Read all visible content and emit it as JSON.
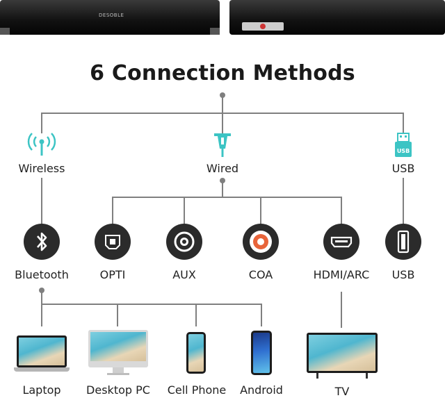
{
  "title": "6 Connection Methods",
  "brand": "DESOBLE",
  "categories": [
    {
      "label": "Wireless",
      "icon": "wireless-antenna-icon"
    },
    {
      "label": "Wired",
      "icon": "cable-plug-icon"
    },
    {
      "label": "USB",
      "icon": "usb-stick-icon"
    }
  ],
  "methods": [
    {
      "label": "Bluetooth",
      "icon": "bluetooth-icon"
    },
    {
      "label": "OPTI",
      "icon": "optical-port-icon"
    },
    {
      "label": "AUX",
      "icon": "aux-jack-icon"
    },
    {
      "label": "COA",
      "icon": "coaxial-rca-icon"
    },
    {
      "label": "HDMI/ARC",
      "icon": "hdmi-port-icon"
    },
    {
      "label": "USB",
      "icon": "usb-port-icon"
    }
  ],
  "devices": [
    {
      "label": "Laptop",
      "icon": "laptop-icon"
    },
    {
      "label": "Desktop PC",
      "icon": "desktop-pc-icon"
    },
    {
      "label": "Cell Phone",
      "icon": "cell-phone-icon"
    },
    {
      "label": "Android",
      "icon": "android-phone-icon"
    },
    {
      "label": "TV",
      "icon": "tv-icon"
    }
  ],
  "colors": {
    "accent": "#3cc4c4",
    "line": "#7f7f7f",
    "icon_bg": "#2b2b2b",
    "rca": "#e8643a"
  }
}
